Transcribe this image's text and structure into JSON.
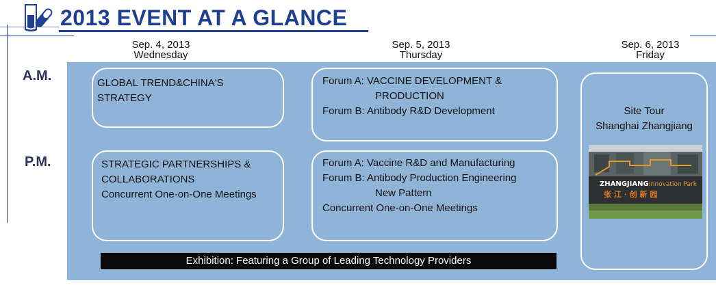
{
  "header": {
    "title": "2013 EVENT AT A GLANCE",
    "logo_icon": "capsule-icon"
  },
  "colors": {
    "title": "#1f3f8f",
    "panel": "#8fb4d8",
    "box_border": "#ffffff",
    "exhibition_bar": "#0b0b0b"
  },
  "days": [
    {
      "date": "Sep. 4, 2013",
      "weekday": "Wednesday"
    },
    {
      "date": "Sep. 5, 2013",
      "weekday": "Thursday"
    },
    {
      "date": "Sep. 6, 2013",
      "weekday": "Friday"
    }
  ],
  "periods": {
    "am": "A.M.",
    "pm": "P.M."
  },
  "sessions": {
    "wed_am": [
      "GLOBAL TREND&CHINA'S",
      "STRATEGY"
    ],
    "wed_pm": [
      "STRATEGIC PARTNERSHIPS &",
      "COLLABORATIONS",
      "Concurrent One-on-One Meetings"
    ],
    "thu_am": [
      "Forum A: VACCINE DEVELOPMENT &",
      "PRODUCTION",
      "Forum B: Antibody R&D Development"
    ],
    "thu_pm": [
      "Forum A: Vaccine R&D and Manufacturing",
      "Forum B: Antibody Production Engineering",
      "New Pattern",
      "Concurrent One-on-One Meetings"
    ],
    "fri": [
      "Site Tour",
      "Shanghai Zhangjiang"
    ]
  },
  "photo": {
    "sign_main": "ZHANGJIANG",
    "sign_sub": "Innovation Park",
    "sign_cn": "张 江 · 创 新 园"
  },
  "exhibition": "Exhibition: Featuring a Group of Leading Technology Providers"
}
